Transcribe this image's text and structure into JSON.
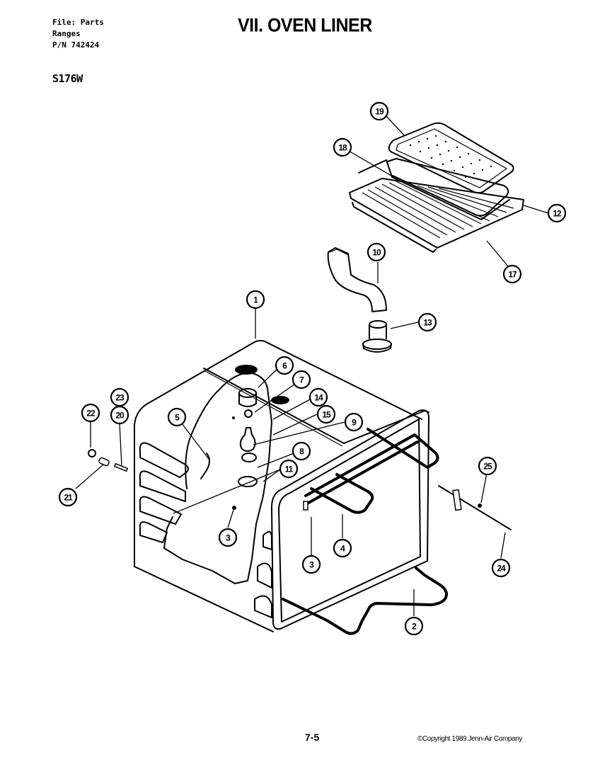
{
  "header": {
    "file_label": "File: Parts",
    "category": "Ranges",
    "part_number": "P/N 742424",
    "model": "S176W",
    "title": "VII. OVEN LINER"
  },
  "footer": {
    "page": "7-5",
    "copyright": "©Copyright 1989 Jenn-Air Company"
  },
  "diagram": {
    "subject": "Oven liner exploded parts view",
    "callouts": [
      {
        "id": "1",
        "label": "1"
      },
      {
        "id": "2",
        "label": "2"
      },
      {
        "id": "3a",
        "label": "3"
      },
      {
        "id": "3b",
        "label": "3"
      },
      {
        "id": "4",
        "label": "4"
      },
      {
        "id": "5",
        "label": "5"
      },
      {
        "id": "6",
        "label": "6"
      },
      {
        "id": "7",
        "label": "7"
      },
      {
        "id": "8",
        "label": "8"
      },
      {
        "id": "9",
        "label": "9"
      },
      {
        "id": "10",
        "label": "10"
      },
      {
        "id": "11",
        "label": "11"
      },
      {
        "id": "12",
        "label": "12"
      },
      {
        "id": "13",
        "label": "13"
      },
      {
        "id": "14",
        "label": "14"
      },
      {
        "id": "15",
        "label": "15"
      },
      {
        "id": "17",
        "label": "17"
      },
      {
        "id": "18",
        "label": "18"
      },
      {
        "id": "19",
        "label": "19"
      },
      {
        "id": "20",
        "label": "20"
      },
      {
        "id": "21",
        "label": "21"
      },
      {
        "id": "22",
        "label": "22"
      },
      {
        "id": "23",
        "label": "23"
      },
      {
        "id": "24",
        "label": "24"
      },
      {
        "id": "25",
        "label": "25"
      }
    ]
  }
}
